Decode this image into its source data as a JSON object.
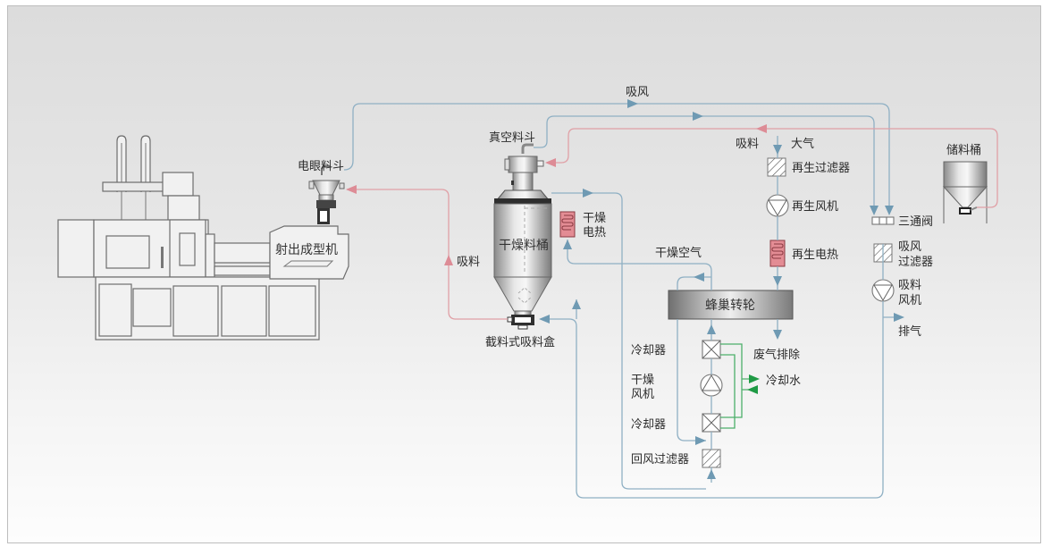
{
  "diagram": {
    "title": "",
    "flows": {
      "suction_air": "吸风",
      "suction_material_left": "吸料",
      "suction_material_top": "吸料",
      "atmosphere": "大气",
      "dry_air": "干燥空气",
      "exhaust_waste": "废气排除",
      "exhaust": "排气",
      "cooling_water": "冷却水"
    },
    "components": {
      "injection_machine": "射出成型机",
      "electric_eye_hopper": "电眼料斗",
      "vacuum_hopper": "真空料斗",
      "drying_barrel": "干燥料桶",
      "drying_heater_line1": "干燥",
      "drying_heater_line2": "电热",
      "cutoff_suction_box": "截料式吸料盒",
      "regen_filter": "再生过滤器",
      "regen_fan": "再生风机",
      "regen_heater": "再生电热",
      "honeycomb_wheel": "蜂巢转轮",
      "cooler_top": "冷却器",
      "drying_fan_line1": "干燥",
      "drying_fan_line2": "风机",
      "cooler_bottom": "冷却器",
      "return_filter": "回风过滤器",
      "three_way_valve": "三通阀",
      "suction_filter_line1": "吸风",
      "suction_filter_line2": "过滤器",
      "suction_fan_line1": "吸料",
      "suction_fan_line2": "风机",
      "storage_barrel": "储料桶"
    },
    "colors": {
      "air_line": "#8fb0c4",
      "material_line": "#e0a0a6",
      "water_line": "#4caf6a",
      "heater": "#d9767f"
    }
  }
}
